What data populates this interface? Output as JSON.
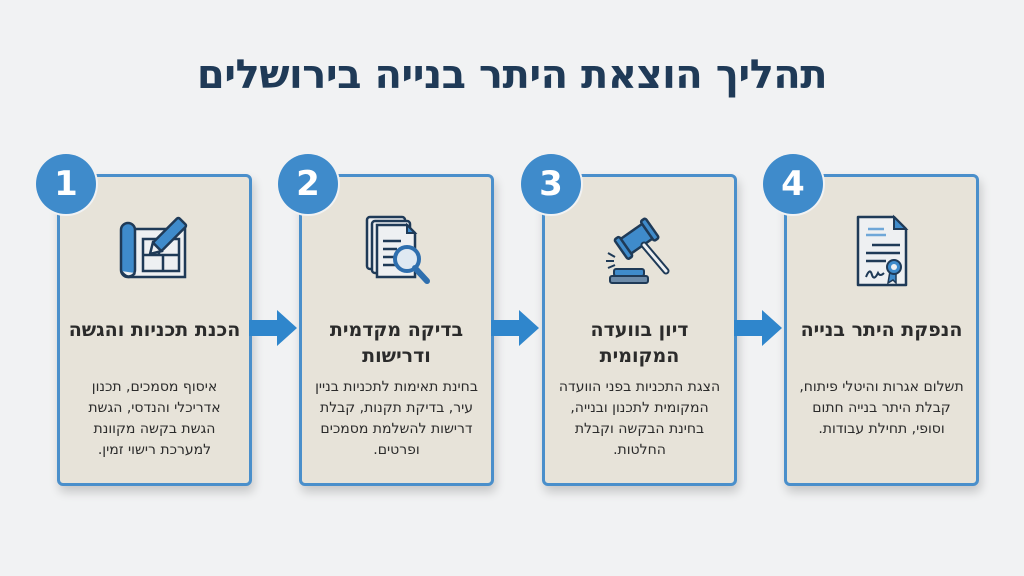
{
  "title": "תהליך הוצאת היתר בנייה בירושלים",
  "colors": {
    "background": "#f1f2f3",
    "title": "#1f3a57",
    "accent_blue": "#3f8bcb",
    "card_border": "#4a8fcb",
    "card_fill": "#e7e3d9",
    "text": "#2b2b2b"
  },
  "steps": [
    {
      "number": "1",
      "icon": "blueprint-pencil-icon",
      "title": "הכנת תכניות והגשה",
      "description": "איסוף מסמכים, תכנון אדריכלי והנדסי, הגשת הגשת בקשה מקוונת למערכת רישוי זמין."
    },
    {
      "number": "2",
      "icon": "document-search-icon",
      "title": "בדיקה מקדמית ודרישות",
      "description": "בחינת תאימות לתכניות בניין עיר, בדיקת תקנות, קבלת דרישות להשלמת מסמכים ופרטים."
    },
    {
      "number": "3",
      "icon": "gavel-icon",
      "title": "דיון בוועדה המקומית",
      "description": "הצגת התכניות בפני הוועדה המקומית לתכנון ובנייה, בחינת הבקשה וקבלת החלטות."
    },
    {
      "number": "4",
      "icon": "certificate-icon",
      "title": "הנפקת היתר בנייה",
      "description": "תשלום אגרות והיטלי פיתוח, קבלת היתר בנייה חתום וסופי, תחילת עבודות."
    }
  ]
}
